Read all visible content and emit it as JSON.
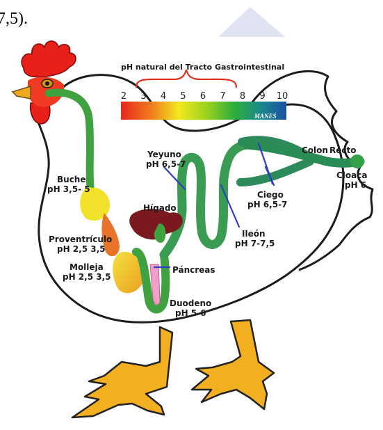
{
  "top_text": "7,5).",
  "ph_scale": {
    "title": "pH natural del Tracto Gastrointestinal",
    "ticks": [
      "2",
      "3",
      "4",
      "5",
      "6",
      "7",
      "8",
      "9",
      "10"
    ],
    "credit": "MANES"
  },
  "organs": {
    "buche": {
      "name": "Buche",
      "ph": "pH 3,5- 5"
    },
    "proventriculo": {
      "name": "Proventrículo",
      "ph": "pH 2,5 3,5"
    },
    "molleja": {
      "name": "Molleja",
      "ph": "pH 2,5 3,5"
    },
    "higado": {
      "name": "Hígado"
    },
    "pancreas": {
      "name": "Páncreas"
    },
    "duodeno": {
      "name": "Duodeno",
      "ph": "pH 5-6"
    },
    "yeyuno": {
      "name": "Yeyuno",
      "ph": "pH 6,5-7"
    },
    "ileon": {
      "name": "Ileón",
      "ph": "pH 7-7,5"
    },
    "ciego": {
      "name": "Ciego",
      "ph": "pH 6,5-7"
    },
    "colon": {
      "name": "Colon"
    },
    "recto": {
      "name": "Recto"
    },
    "cloaca": {
      "name": "Cloaca",
      "ph": "pH 6"
    }
  },
  "colors": {
    "comb": "#e8201a",
    "beak": "#f0a81c",
    "feet": "#f2b020",
    "tract_green": "#3fa13f",
    "crop": "#f2e12a",
    "proventriculus": "#e8742a",
    "gizzard": "#f0c03a",
    "liver": "#7a1a20",
    "pancreas": "#f0a0c8",
    "pointer": "#2b3fbf"
  }
}
